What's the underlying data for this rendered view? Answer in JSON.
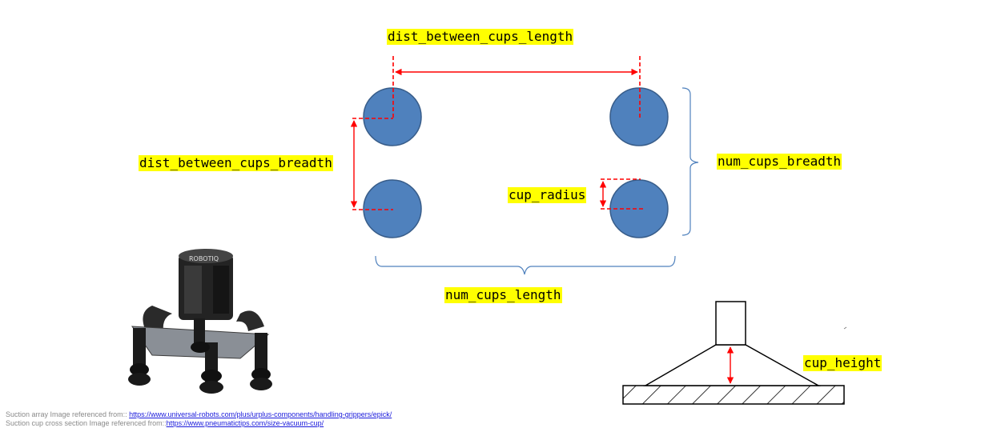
{
  "labels": {
    "dist_between_cups_length": "dist_between_cups_length",
    "dist_between_cups_breadth": "dist_between_cups_breadth",
    "num_cups_breadth": "num_cups_breadth",
    "cup_radius": "cup_radius",
    "num_cups_length": "num_cups_length",
    "cup_height": "cup_height"
  },
  "gripper_brand": "ROBOTIQ",
  "references": [
    {
      "text": "Suction array Image referenced from:: ",
      "link": "https://www.universal-robots.com/plus/urplus-components/handling-grippers/epick/"
    },
    {
      "text": "Suction cup cross section Image referenced from::",
      "link": "https://www.pneumatictips.com/size-vacuum-cup/"
    }
  ],
  "colors": {
    "cup_fill": "#4f81bd",
    "cup_stroke": "#385d8a",
    "dimension_red": "#ff0000",
    "brace_blue": "#4f81bd",
    "label_highlight": "#ffff00"
  }
}
